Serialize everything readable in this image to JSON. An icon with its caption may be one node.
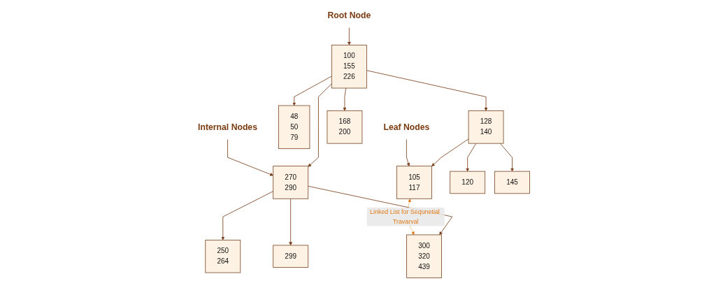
{
  "diagram": {
    "nodes": [
      {
        "text": [
          "Root Node"
        ]
      },
      {
        "text": [
          "100",
          "155",
          "226"
        ]
      },
      {
        "text": [
          "Internal Nodes"
        ]
      },
      {
        "text": [
          "48",
          "50",
          "79"
        ]
      },
      {
        "text": [
          "128",
          "140"
        ]
      },
      {
        "text": [
          "168",
          "200"
        ]
      },
      {
        "text": [
          "270",
          "290"
        ]
      },
      {
        "text": [
          "Leaf Nodes"
        ]
      },
      {
        "text": [
          "105",
          "117"
        ]
      },
      {
        "text": [
          "120"
        ]
      },
      {
        "text": [
          "145"
        ]
      },
      {
        "text": [
          "250",
          "264"
        ]
      },
      {
        "text": [
          "299"
        ]
      },
      {
        "text": [
          "300",
          "320",
          "439"
        ]
      }
    ],
    "edges": [
      {
        "from": 0,
        "to": 1,
        "arrow": "to"
      },
      {
        "from": 1,
        "to": 3,
        "arrow": "to"
      },
      {
        "from": 1,
        "to": 4,
        "arrow": "to"
      },
      {
        "from": 1,
        "to": 5,
        "arrow": "to"
      },
      {
        "from": 1,
        "to": 6,
        "arrow": "to"
      },
      {
        "from": 2,
        "to": 6,
        "arrow": "to"
      },
      {
        "from": 4,
        "to": 8,
        "arrow": "to"
      },
      {
        "from": 4,
        "to": 9,
        "arrow": "to"
      },
      {
        "from": 4,
        "to": 10,
        "arrow": "to"
      },
      {
        "from": 6,
        "to": 11,
        "arrow": "to"
      },
      {
        "from": 6,
        "to": 12,
        "arrow": "to"
      },
      {
        "from": 6,
        "to": 13,
        "arrow": "to"
      },
      {
        "from": 7,
        "to": 8,
        "arrow": "to"
      },
      {
        "from": 8,
        "to": 13,
        "arrow": "both",
        "style": "dashed",
        "color": "#e07b1a",
        "label": "Linked List for Sequnetial Travarval"
      }
    ]
  }
}
